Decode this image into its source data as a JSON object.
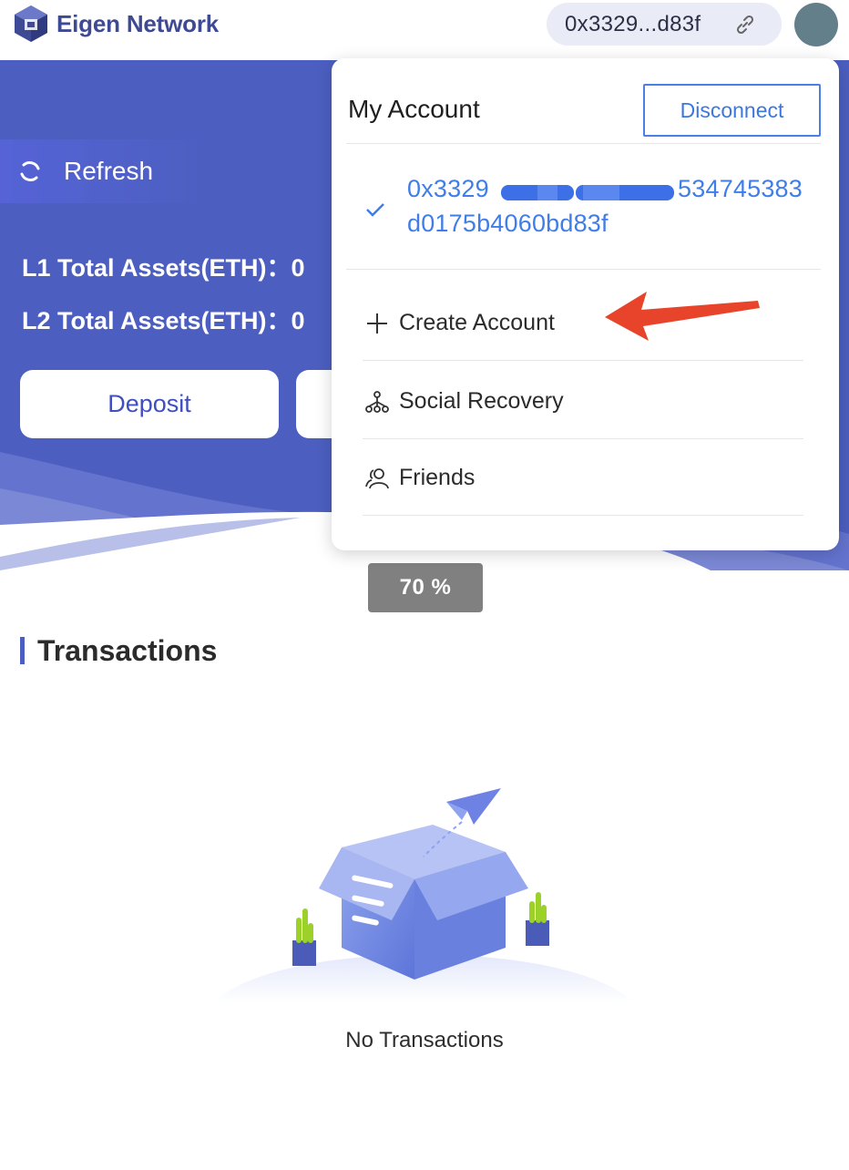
{
  "header": {
    "logo_text": "Eigen Network",
    "wallet_address_short": "0x3329...d83f",
    "wallet_link_icon": "link-icon",
    "avatar_color": "#627f8a"
  },
  "hero": {
    "refresh_label": "Refresh",
    "l1_label": "L1 Total Assets(ETH)：",
    "l1_value": "0",
    "l2_label": "L2 Total Assets(ETH)：",
    "l2_value": "0",
    "deposit_label": "Deposit",
    "accent_color": "#4c5fc0"
  },
  "progress": {
    "label": "70 %",
    "value": 70
  },
  "transactions": {
    "title": "Transactions",
    "empty_text": "No Transactions"
  },
  "dropdown": {
    "title": "My Account",
    "disconnect_label": "Disconnect",
    "account_line1_start": "0x3329",
    "account_line1_end": "534745383",
    "account_line2": "d0175b4060bd83f",
    "menu": [
      {
        "label": "Create Account",
        "icon": "plus-icon"
      },
      {
        "label": "Social Recovery",
        "icon": "hierarchy-icon"
      },
      {
        "label": "Friends",
        "icon": "friends-icon"
      }
    ]
  }
}
